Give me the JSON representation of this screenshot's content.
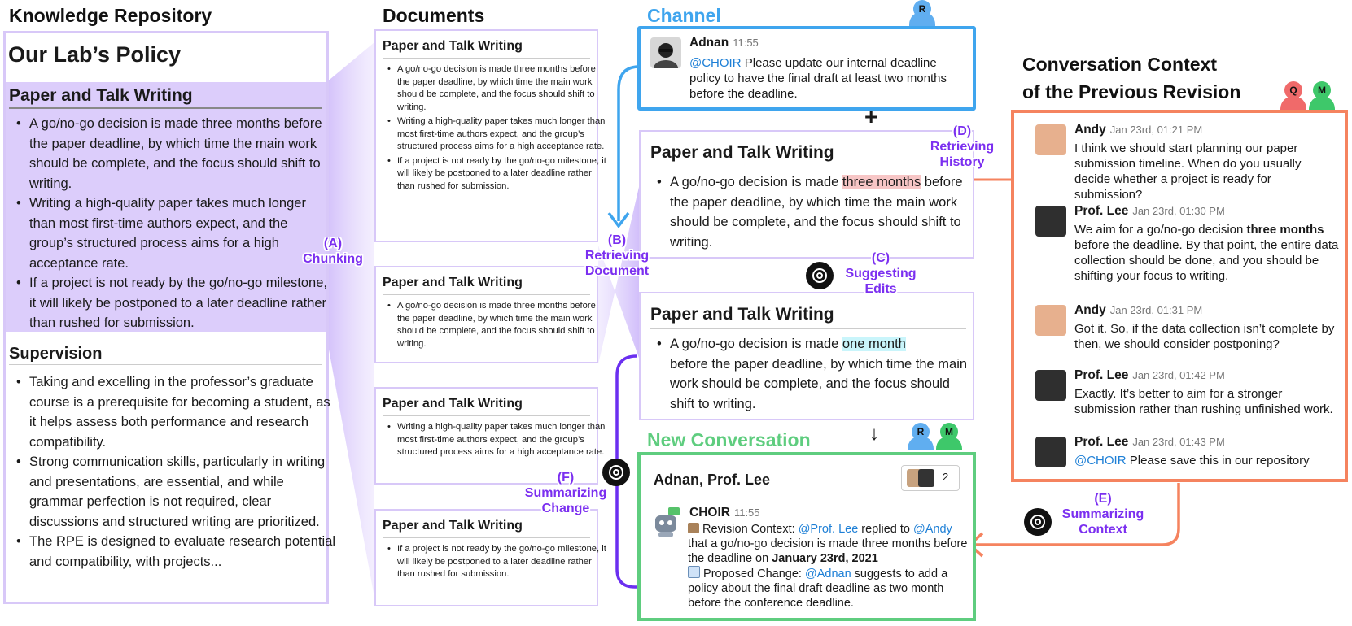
{
  "headers": {
    "knowledge_repository": "Knowledge Repository",
    "documents": "Documents",
    "channel": "Channel",
    "conversation_context": [
      "Conversation Context",
      "of the Previous Revision"
    ],
    "new_conversation": "New Conversation"
  },
  "colors": {
    "purple_panel": "#dccdfb",
    "channel_blue": "#3fa5ee",
    "new_conv_green": "#5fcd7f",
    "context_orange": "#f5835f",
    "label_purple": "#7b2ff0",
    "mention_blue": "#1d7fd6"
  },
  "repository": {
    "title": "Our Lab’s Policy",
    "sections": [
      {
        "title": "Paper and Talk Writing",
        "items": [
          "A go/no-go decision is made three months before the paper deadline, by which time the main work should be complete, and the focus should shift to writing.",
          "Writing a high-quality paper takes much longer than most first-time authors expect, and the group’s structured process aims for a high acceptance rate.",
          "If a project is not ready by the go/no-go milestone, it will likely be postponed to a later deadline rather than rushed for submission."
        ]
      },
      {
        "title": "Supervision",
        "items": [
          "Taking and excelling in the professor’s graduate course is a prerequisite for becoming a student, as it helps assess both performance and research compatibility.",
          "Strong communication skills, particularly in writing and presentations, are essential, and while grammar perfection is not required, clear discussions and structured writing are prioritized.",
          "The RPE is designed to evaluate research potential and compatibility, with projects..."
        ]
      }
    ]
  },
  "documents": [
    {
      "title": "Paper and Talk Writing",
      "items": [
        "A go/no-go decision is made three months before the paper deadline, by which time the main work should be complete, and the focus should shift to writing.",
        "Writing a high-quality paper takes much longer than most first-time authors expect, and the group’s structured process aims for a high acceptance rate.",
        "If a project is not ready by the go/no-go milestone, it will likely be postponed to a later deadline rather than rushed for submission."
      ]
    },
    {
      "title": "Paper and Talk Writing",
      "items": [
        "A go/no-go decision is made three months before the paper deadline, by which time the main work should be complete, and the focus should shift to writing."
      ]
    },
    {
      "title": "Paper and Talk Writing",
      "items": [
        "Writing a high-quality paper takes much longer than most first-time authors expect, and the group’s structured process aims for a high acceptance rate."
      ]
    },
    {
      "title": "Paper and Talk Writing",
      "items": [
        "If a project is not ready by the go/no-go milestone, it will likely be postponed to a later deadline rather than rushed for submission."
      ]
    }
  ],
  "channel_message": {
    "name": "Adnan",
    "time": "11:55",
    "mention": "@CHOIR",
    "text": " Please update our internal deadline policy to have the final draft at least two months before the deadline."
  },
  "plus_sign": "+",
  "down_arrow": "↓",
  "edit_before": {
    "title": "Paper and Talk Writing",
    "pre": "A go/no-go decision is made ",
    "highlight": "three months",
    "post": " before the paper deadline, by which time the main work should be complete, and the focus should shift to writing."
  },
  "edit_after": {
    "title": "Paper and Talk Writing",
    "pre": "A go/no-go decision is made ",
    "highlight": "one month",
    "post": "before the paper deadline, by which time the main work should be complete, and the focus should shift to writing."
  },
  "new_conversation": {
    "participants": "Adnan, Prof. Lee",
    "member_count": "2",
    "bot_name": "CHOIR",
    "bot_time": "11:55",
    "revision_context_label": "Revision Context: ",
    "revision_mention1": "@Prof. Lee",
    "revision_mid": " replied to ",
    "revision_mention2": "@Andy",
    "revision_text": " that a go/no-go decision is made three months before the deadline on ",
    "revision_date": "January 23rd, 2021",
    "proposed_label": "Proposed Change: ",
    "proposed_mention": "@Adnan",
    "proposed_text": " suggests to add a policy about the final draft deadline as two month before the conference deadline."
  },
  "context_messages": [
    {
      "name": "Andy",
      "time": "Jan 23rd, 01:21 PM",
      "text": "I think we should start planning our paper submission timeline. When do you usually decide whether a project is ready for submission?"
    },
    {
      "name": "Prof. Lee",
      "time": "Jan 23rd, 01:30 PM",
      "pre": "We aim for a go/no-go decision ",
      "bold": "three months",
      "post": " before the deadline. By that point, the entire data collection should be done, and you should be shifting your focus to writing."
    },
    {
      "name": "Andy",
      "time": "Jan 23rd, 01:31 PM",
      "text": "Got it. So, if the data collection isn’t complete by then, we should consider postponing?"
    },
    {
      "name": "Prof. Lee",
      "time": "Jan 23rd, 01:42 PM",
      "text": "Exactly. It’s better to aim for a stronger submission rather than rushing unfinished work."
    },
    {
      "name": "Prof. Lee",
      "time": "Jan 23rd, 01:43 PM",
      "mention": "@CHOIR",
      "text": " Please save this in our repository"
    }
  ],
  "step_labels": {
    "a": [
      "(A)",
      "Chunking"
    ],
    "b": [
      "(B)",
      "Retrieving",
      "Document"
    ],
    "c": [
      "(C)",
      "Suggesting",
      "Edits"
    ],
    "d": [
      "(D)",
      "Retrieving",
      "History"
    ],
    "e": [
      "(E)",
      "Summarizing",
      "Context"
    ],
    "f": [
      "(F)",
      "Summarizing",
      "Change"
    ]
  },
  "user_badges": {
    "r": "R",
    "q": "Q",
    "m": "M"
  }
}
